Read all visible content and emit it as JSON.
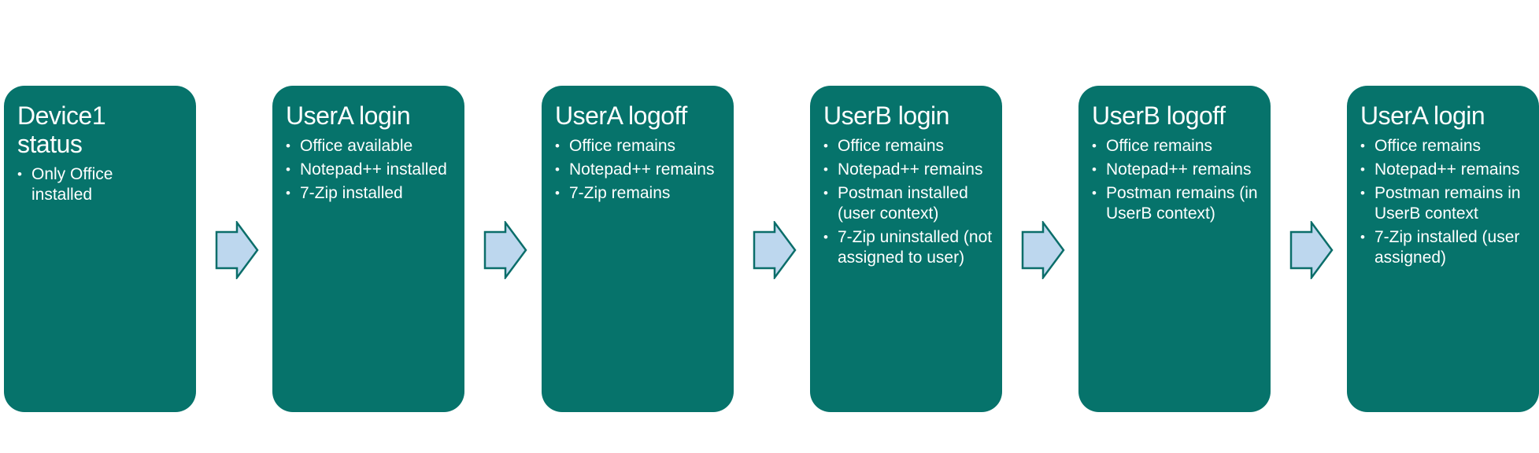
{
  "colors": {
    "box": "#06736b",
    "arrow_fill": "#bdd7ee",
    "arrow_stroke": "#0b6e6a"
  },
  "steps": [
    {
      "title": "Device1 status",
      "items": [
        "Only Office installed"
      ]
    },
    {
      "title": "UserA login",
      "items": [
        "Office available",
        "Notepad++ installed",
        "7-Zip installed"
      ]
    },
    {
      "title": "UserA logoff",
      "items": [
        "Office remains",
        "Notepad++ remains",
        "7-Zip remains"
      ]
    },
    {
      "title": "UserB login",
      "items": [
        "Office remains",
        "Notepad++ remains",
        "Postman installed (user context)",
        "7-Zip uninstalled (not assigned to user)"
      ]
    },
    {
      "title": "UserB logoff",
      "items": [
        "Office remains",
        "Notepad++ remains",
        "Postman remains (in UserB context)"
      ]
    },
    {
      "title": "UserA login",
      "items": [
        "Office remains",
        "Notepad++ remains",
        "Postman remains in UserB context",
        "7-Zip installed (user assigned)"
      ]
    }
  ]
}
